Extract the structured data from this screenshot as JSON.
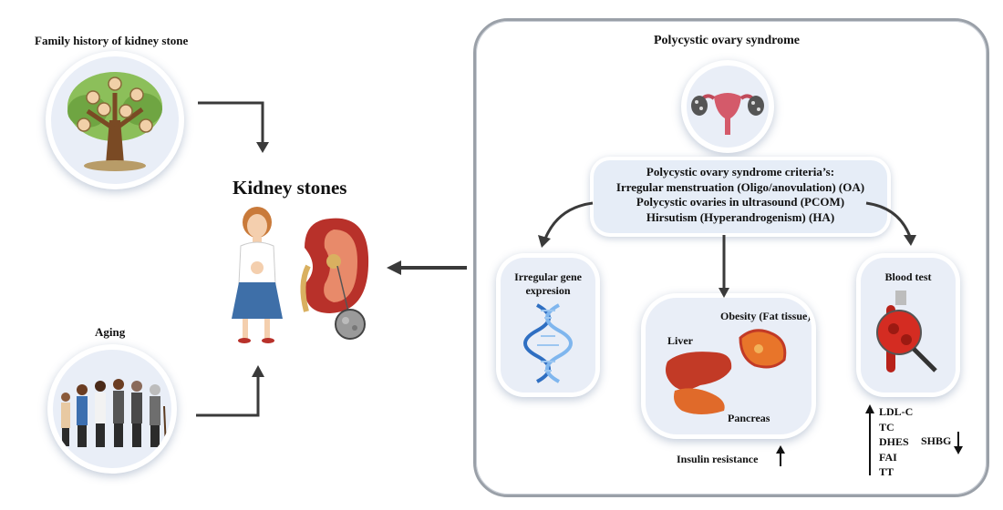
{
  "left": {
    "family_history_label": "Family history of kidney stone",
    "aging_label": "Aging",
    "kidney_stones_title": "Kidney stones"
  },
  "pcos": {
    "title": "Polycystic ovary syndrome",
    "criteria": {
      "line1": "Polycystic ovary syndrome criteria’s:",
      "line2": "Irregular menstruation (Oligo/anovulation) (OA)",
      "line3": "Polycystic ovaries in ultrasound (PCOM)",
      "line4": "Hirsutism (Hyperandrogenism) (HA)"
    },
    "gene": {
      "line1": "Irregular gene",
      "line2": "expresion"
    },
    "obesity": {
      "title": "Obesity (Fat tissue)",
      "liver": "Liver",
      "pancreas": "Pancreas",
      "insulin": "Insulin resistance"
    },
    "blood": {
      "title": "Blood test",
      "up_markers": [
        "LDL-C",
        "TC",
        "DHES",
        "FAI",
        "TT"
      ],
      "down_marker": "SHBG"
    }
  },
  "colors": {
    "panel_border": "#9aa0a8",
    "circle_fill": "#e9eef7",
    "arrow": "#3a3a3a",
    "organ_red": "#c8322a",
    "dna_blue": "#4a90d9"
  }
}
